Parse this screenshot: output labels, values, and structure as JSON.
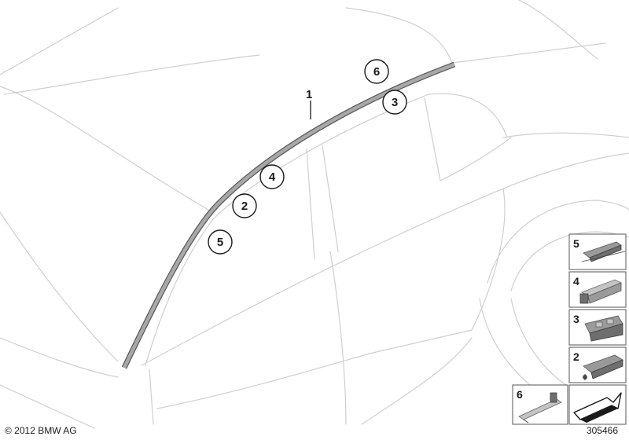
{
  "callouts": {
    "c1": "1",
    "c2": "2",
    "c3": "3",
    "c4": "4",
    "c5": "5",
    "c6": "6"
  },
  "panel": {
    "p5": "5",
    "p4": "4",
    "p3": "3",
    "p2": "2",
    "p6": "6"
  },
  "footer": {
    "copyright": "© 2012 BMW AG",
    "diagram_number": "305466"
  },
  "colors": {
    "outline": "#cfcfcf",
    "trim_strip": "#8c8c8c",
    "ink": "#1a1a1a"
  }
}
